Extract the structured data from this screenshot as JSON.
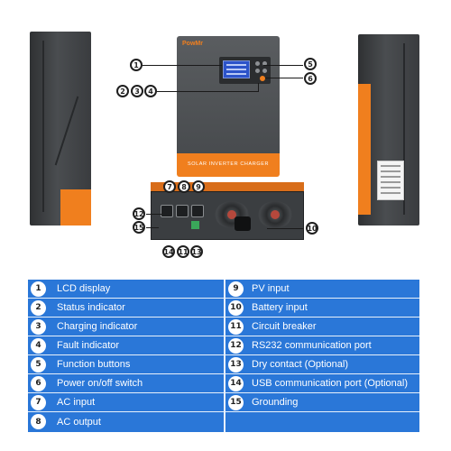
{
  "product": {
    "brand": "PowMr",
    "front_banner": "SOLAR INVERTER CHARGER"
  },
  "callouts": [
    "1",
    "2",
    "3",
    "4",
    "5",
    "6",
    "7",
    "8",
    "9",
    "10",
    "11",
    "12",
    "13",
    "14",
    "15"
  ],
  "legend": {
    "left": [
      {
        "num": "1",
        "label": "LCD display"
      },
      {
        "num": "2",
        "label": "Status indicator"
      },
      {
        "num": "3",
        "label": "Charging indicator"
      },
      {
        "num": "4",
        "label": "Fault indicator"
      },
      {
        "num": "5",
        "label": "Function buttons"
      },
      {
        "num": "6",
        "label": "Power on/off switch"
      },
      {
        "num": "7",
        "label": "AC input"
      },
      {
        "num": "8",
        "label": "AC output"
      }
    ],
    "right": [
      {
        "num": "9",
        "label": "PV input"
      },
      {
        "num": "10",
        "label": "Battery input"
      },
      {
        "num": "11",
        "label": "Circuit breaker"
      },
      {
        "num": "12",
        "label": "RS232 communication port"
      },
      {
        "num": "13",
        "label": "Dry contact (Optional)"
      },
      {
        "num": "14",
        "label": "USB communication port (Optional)"
      },
      {
        "num": "15",
        "label": "Grounding"
      }
    ]
  },
  "colors": {
    "accent_orange": "#f07f1e",
    "legend_blue": "#2a77d8",
    "lcd_blue": "#2c53c9"
  }
}
